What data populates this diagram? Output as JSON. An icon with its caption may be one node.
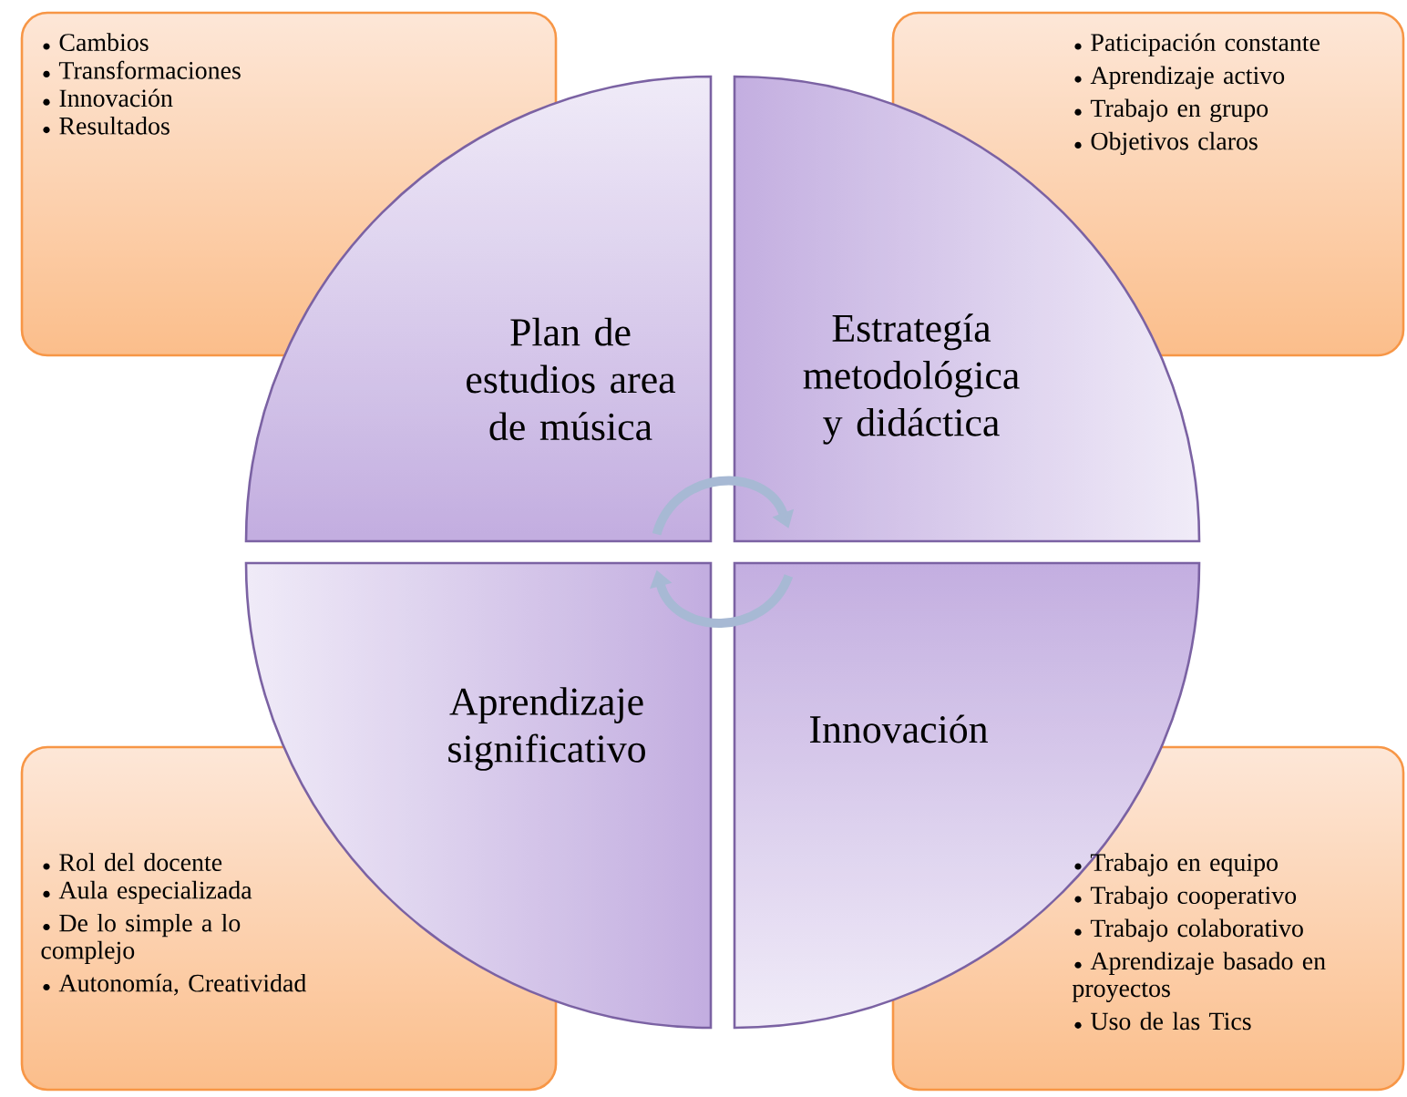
{
  "diagram": {
    "nodes": [
      {
        "text": [
          "Cambios",
          "Transformaciones",
          "Innovación",
          "Resultados"
        ]
      },
      {
        "text": [
          "Plan de estudios area de música"
        ]
      },
      {
        "text": [
          "Estrategía metodológica y didáctica"
        ]
      },
      {
        "text": [
          "Paticipación constante",
          "Aprendizaje activo",
          "Trabajo en grupo",
          "Objetivos claros"
        ]
      },
      {
        "text": [
          "Rol del docente",
          "Aula especializada",
          "De lo simple a lo complejo",
          "Autonomía, Creatividad"
        ]
      },
      {
        "text": [
          "Aprendizaje significativo"
        ]
      },
      {
        "text": [
          "Innovación"
        ]
      },
      {
        "text": [
          "Trabajo en equipo",
          "Trabajo cooperativo",
          "Trabajo colaborativo",
          "Aprendizaje basado en proyectos",
          "Uso de las Tics"
        ]
      }
    ],
    "edges": [
      {
        "from": 1,
        "to": 2,
        "arrow": "to"
      },
      {
        "from": 6,
        "to": 5,
        "arrow": "to"
      }
    ]
  }
}
